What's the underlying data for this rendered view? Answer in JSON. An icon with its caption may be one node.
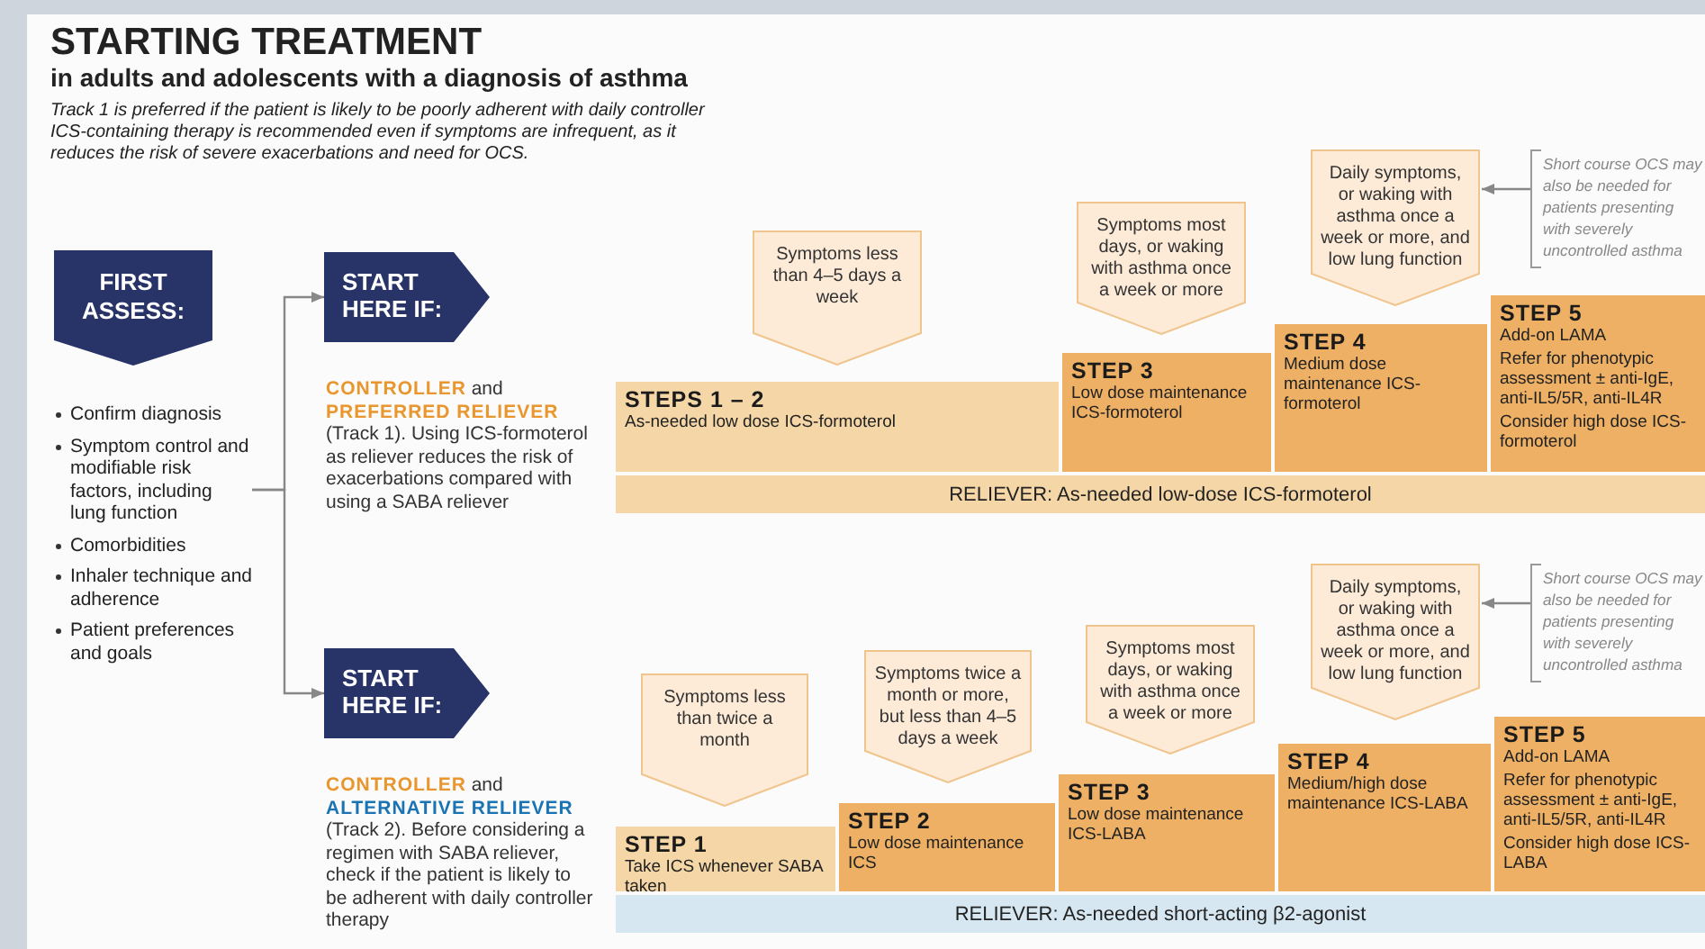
{
  "diagram": {
    "title": "STARTING TREATMENT",
    "nodes": [
      {
        "text": [
          "FIRST ASSESS:"
        ]
      },
      {
        "text": [
          "Confirm diagnosis",
          "Symptom control and modifiable risk factors, including lung function",
          "Comorbidities",
          "Inhaler technique and adherence",
          "Patient preferences and goals"
        ]
      },
      {
        "text": [
          "START HERE IF:"
        ],
        "beside": [
          "**CONTROLLER** and **PREFERRED RELIEVER** (Track 1). Using ICS-formoterol as reliever reduces the risk of exacerbations compared with using a SABA reliever"
        ]
      },
      {
        "text": [
          "Symptoms less than 4–5 days a week"
        ]
      },
      {
        "text": [
          "Symptoms most days, or waking with asthma once a week or more"
        ]
      },
      {
        "text": [
          "Daily symptoms, or waking with asthma once a week or more, and low lung function"
        ]
      },
      {
        "text": [
          "Short course OCS may also be needed for patients presenting with severely uncontrolled asthma"
        ]
      },
      {
        "text": [
          "STEPS 1 – 2",
          "As-needed low dose ICS-formoterol"
        ]
      },
      {
        "text": [
          "STEP 3",
          "Low dose maintenance ICS-formoterol"
        ]
      },
      {
        "text": [
          "STEP 4",
          "Medium dose maintenance ICS-formoterol"
        ]
      },
      {
        "text": [
          "STEP 5",
          "Add-on LAMA",
          "Refer for phenotypic assessment ± anti-IgE, anti-IL5/5R, anti-IL4R",
          "Consider high dose ICS-formoterol"
        ]
      },
      {
        "text": [
          "RELIEVER: As-needed low-dose ICS-formoterol"
        ]
      },
      {
        "text": [
          "START HERE IF:"
        ],
        "beside": [
          "**CONTROLLER** and **ALTERNATIVE RELIEVER** (Track 2). Before considering a regimen with SABA reliever, check if the patient is likely to be adherent with daily controller therapy"
        ]
      },
      {
        "text": [
          "Symptoms less than twice a month"
        ]
      },
      {
        "text": [
          "Symptoms twice a month or more, but less than 4–5 days a week"
        ]
      },
      {
        "text": [
          "Symptoms most days, or waking with asthma once a week or more"
        ]
      },
      {
        "text": [
          "Daily symptoms, or waking with asthma once a week or more, and low lung function"
        ]
      },
      {
        "text": [
          "Short course OCS may also be needed for patients presenting with severely uncontrolled asthma"
        ]
      },
      {
        "text": [
          "STEP 1",
          "Take ICS whenever SABA taken"
        ]
      },
      {
        "text": [
          "STEP 2",
          "Low dose maintenance ICS"
        ]
      },
      {
        "text": [
          "STEP 3",
          "Low dose maintenance ICS-LABA"
        ]
      },
      {
        "text": [
          "STEP 4",
          "Medium/high dose maintenance ICS-LABA"
        ]
      },
      {
        "text": [
          "STEP 5",
          "Add-on LAMA",
          "Refer for phenotypic assessment ± anti-IgE, anti-IL5/5R, anti-IL4R",
          "Consider high dose ICS-LABA"
        ]
      },
      {
        "text": [
          "RELIEVER: As-needed short-acting β2-agonist"
        ]
      }
    ],
    "edges": [
      {
        "from": 1,
        "to": 2,
        "arrow": "to"
      },
      {
        "from": 1,
        "to": 12,
        "arrow": "to"
      },
      {
        "from": 6,
        "to": 5,
        "arrow": "to"
      },
      {
        "from": 17,
        "to": 16,
        "arrow": "to"
      }
    ],
    "labels": [
      "in adults and adolescents with a diagnosis of asthma",
      "Track 1 is preferred if the patient is likely to be poorly adherent with daily controller ICS-containing therapy is recommended even if symptoms are infrequent, as it reduces the risk of severe exacerbations and need for OCS."
    ]
  }
}
